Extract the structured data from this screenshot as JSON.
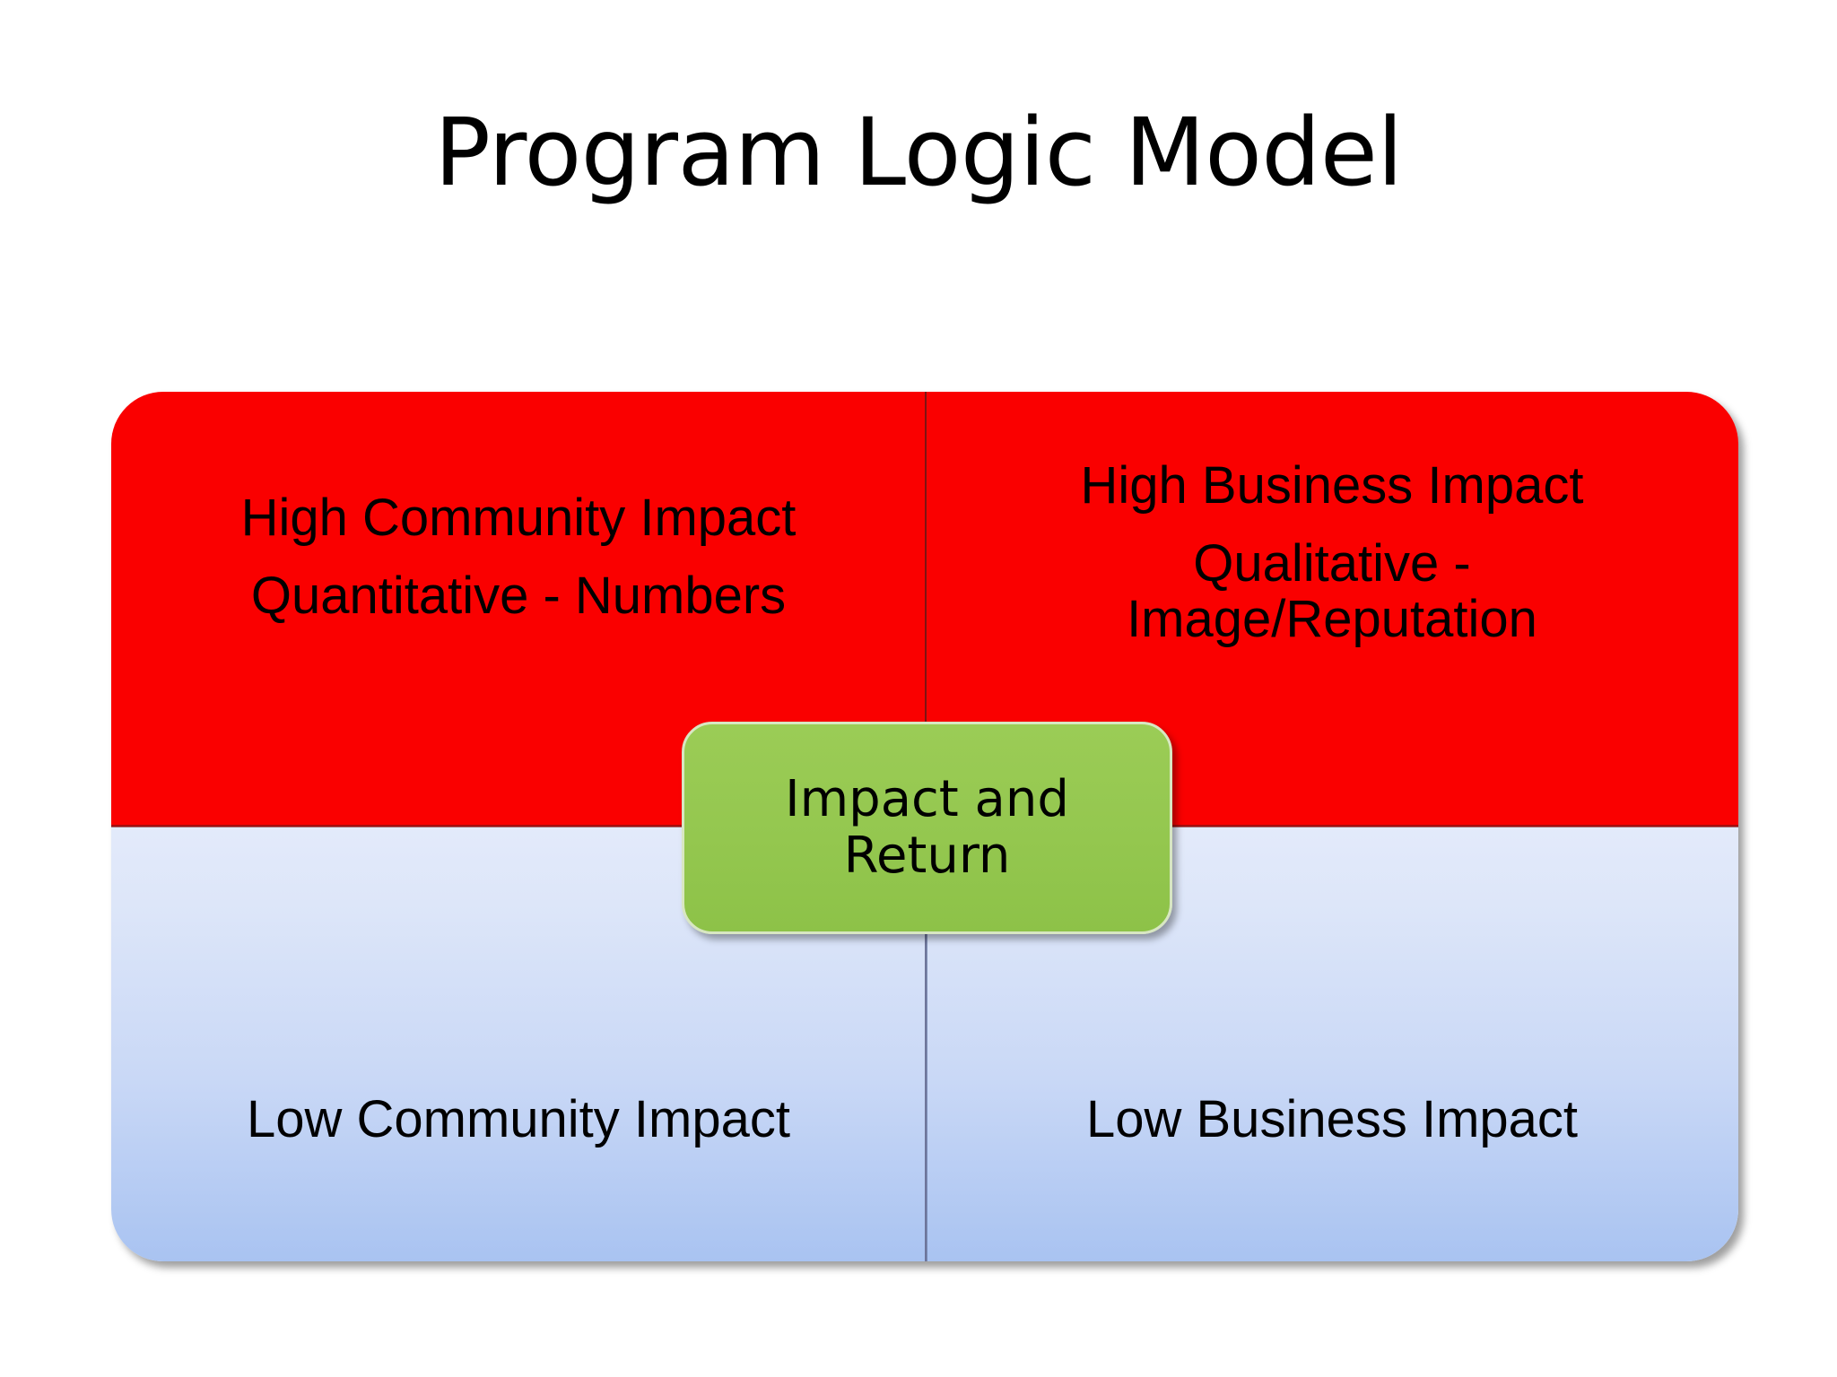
{
  "slide": {
    "title": "Program Logic Model",
    "background_color": "#FFFFFF"
  },
  "colors": {
    "high_impact_red": "#FA0000",
    "low_impact_blue_top": "#E3EAFA",
    "low_impact_blue_bottom": "#A9C3F1",
    "center_callout_green": "#94C74F",
    "text_color": "#000000"
  },
  "matrix": {
    "name": "impact-and-return-matrix",
    "quadrants": [
      {
        "id": "top-left",
        "position": "top-left",
        "fill": "#FA0000",
        "lines": [
          "High Community Impact",
          "Quantitative - Numbers"
        ]
      },
      {
        "id": "top-right",
        "position": "top-right",
        "fill": "#FA0000",
        "lines": [
          "High Business Impact",
          "Qualitative - Image/Reputation"
        ]
      },
      {
        "id": "bottom-left",
        "position": "bottom-left",
        "fill": "#C9D8F6",
        "lines": [
          "Low Community Impact"
        ]
      },
      {
        "id": "bottom-right",
        "position": "bottom-right",
        "fill": "#C9D8F6",
        "lines": [
          "Low Business Impact"
        ]
      }
    ]
  },
  "center_callout": {
    "label": "Impact and Return",
    "fill": "#94C74F"
  }
}
